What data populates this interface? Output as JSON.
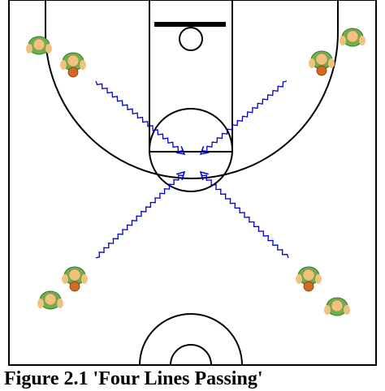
{
  "figure": {
    "caption": "Figure 2.1 'Four Lines Passing'"
  },
  "diagram": {
    "court_line_color": "#000000",
    "pass_line_color": "#0000cc",
    "player_jersey_color": "#6ab04c",
    "player_skin_color": "#f1c27d",
    "ball_color": "#d2691e",
    "lines": [
      {
        "corner": "top-left",
        "players": 2,
        "ball_holder": "front"
      },
      {
        "corner": "top-right",
        "players": 2,
        "ball_holder": "front"
      },
      {
        "corner": "bottom-left",
        "players": 2,
        "ball_holder": "front"
      },
      {
        "corner": "bottom-right",
        "players": 2,
        "ball_holder": "front"
      }
    ],
    "passes": [
      {
        "from": "top-left",
        "to": "center"
      },
      {
        "from": "top-right",
        "to": "center"
      },
      {
        "from": "bottom-left",
        "to": "center"
      },
      {
        "from": "bottom-right",
        "to": "center"
      }
    ]
  }
}
